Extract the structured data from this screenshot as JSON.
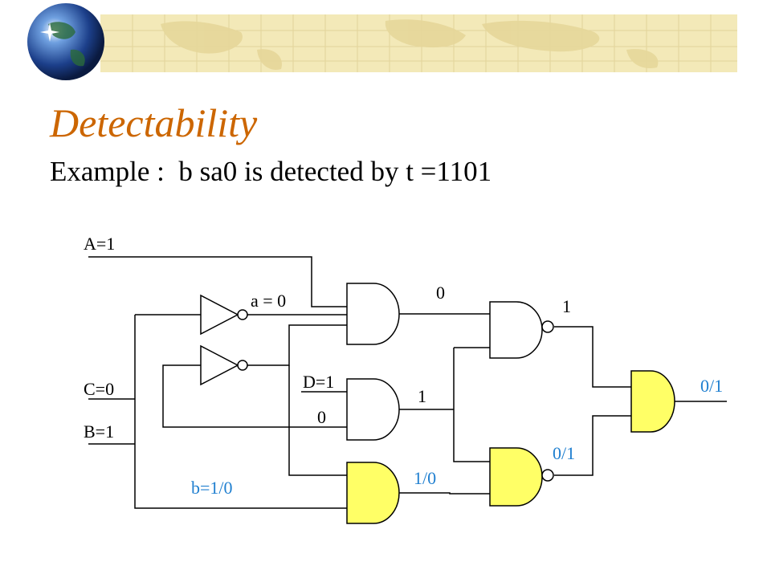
{
  "slide": {
    "title": "Detectability",
    "subtitle": "Example :  b sa0 is detected by t =1101"
  },
  "circuit": {
    "labels": {
      "a_input": "A=1",
      "c_input": "C=0",
      "b_input": "B=1",
      "inv_a_out": "a = 0",
      "and1_out": "0",
      "d_input": "D=1",
      "and2_in": "0",
      "and2_out": "1",
      "nand1_out": "1",
      "b_fault": "b=1/0",
      "and3_out": "1/0",
      "nand2_out": "0/1",
      "final_out": "0/1"
    }
  },
  "colors": {
    "title": "#cc6600",
    "fault_label": "#1f7fd0",
    "highlight_gate": "#ffff66",
    "banner": "#f3e9b8"
  }
}
